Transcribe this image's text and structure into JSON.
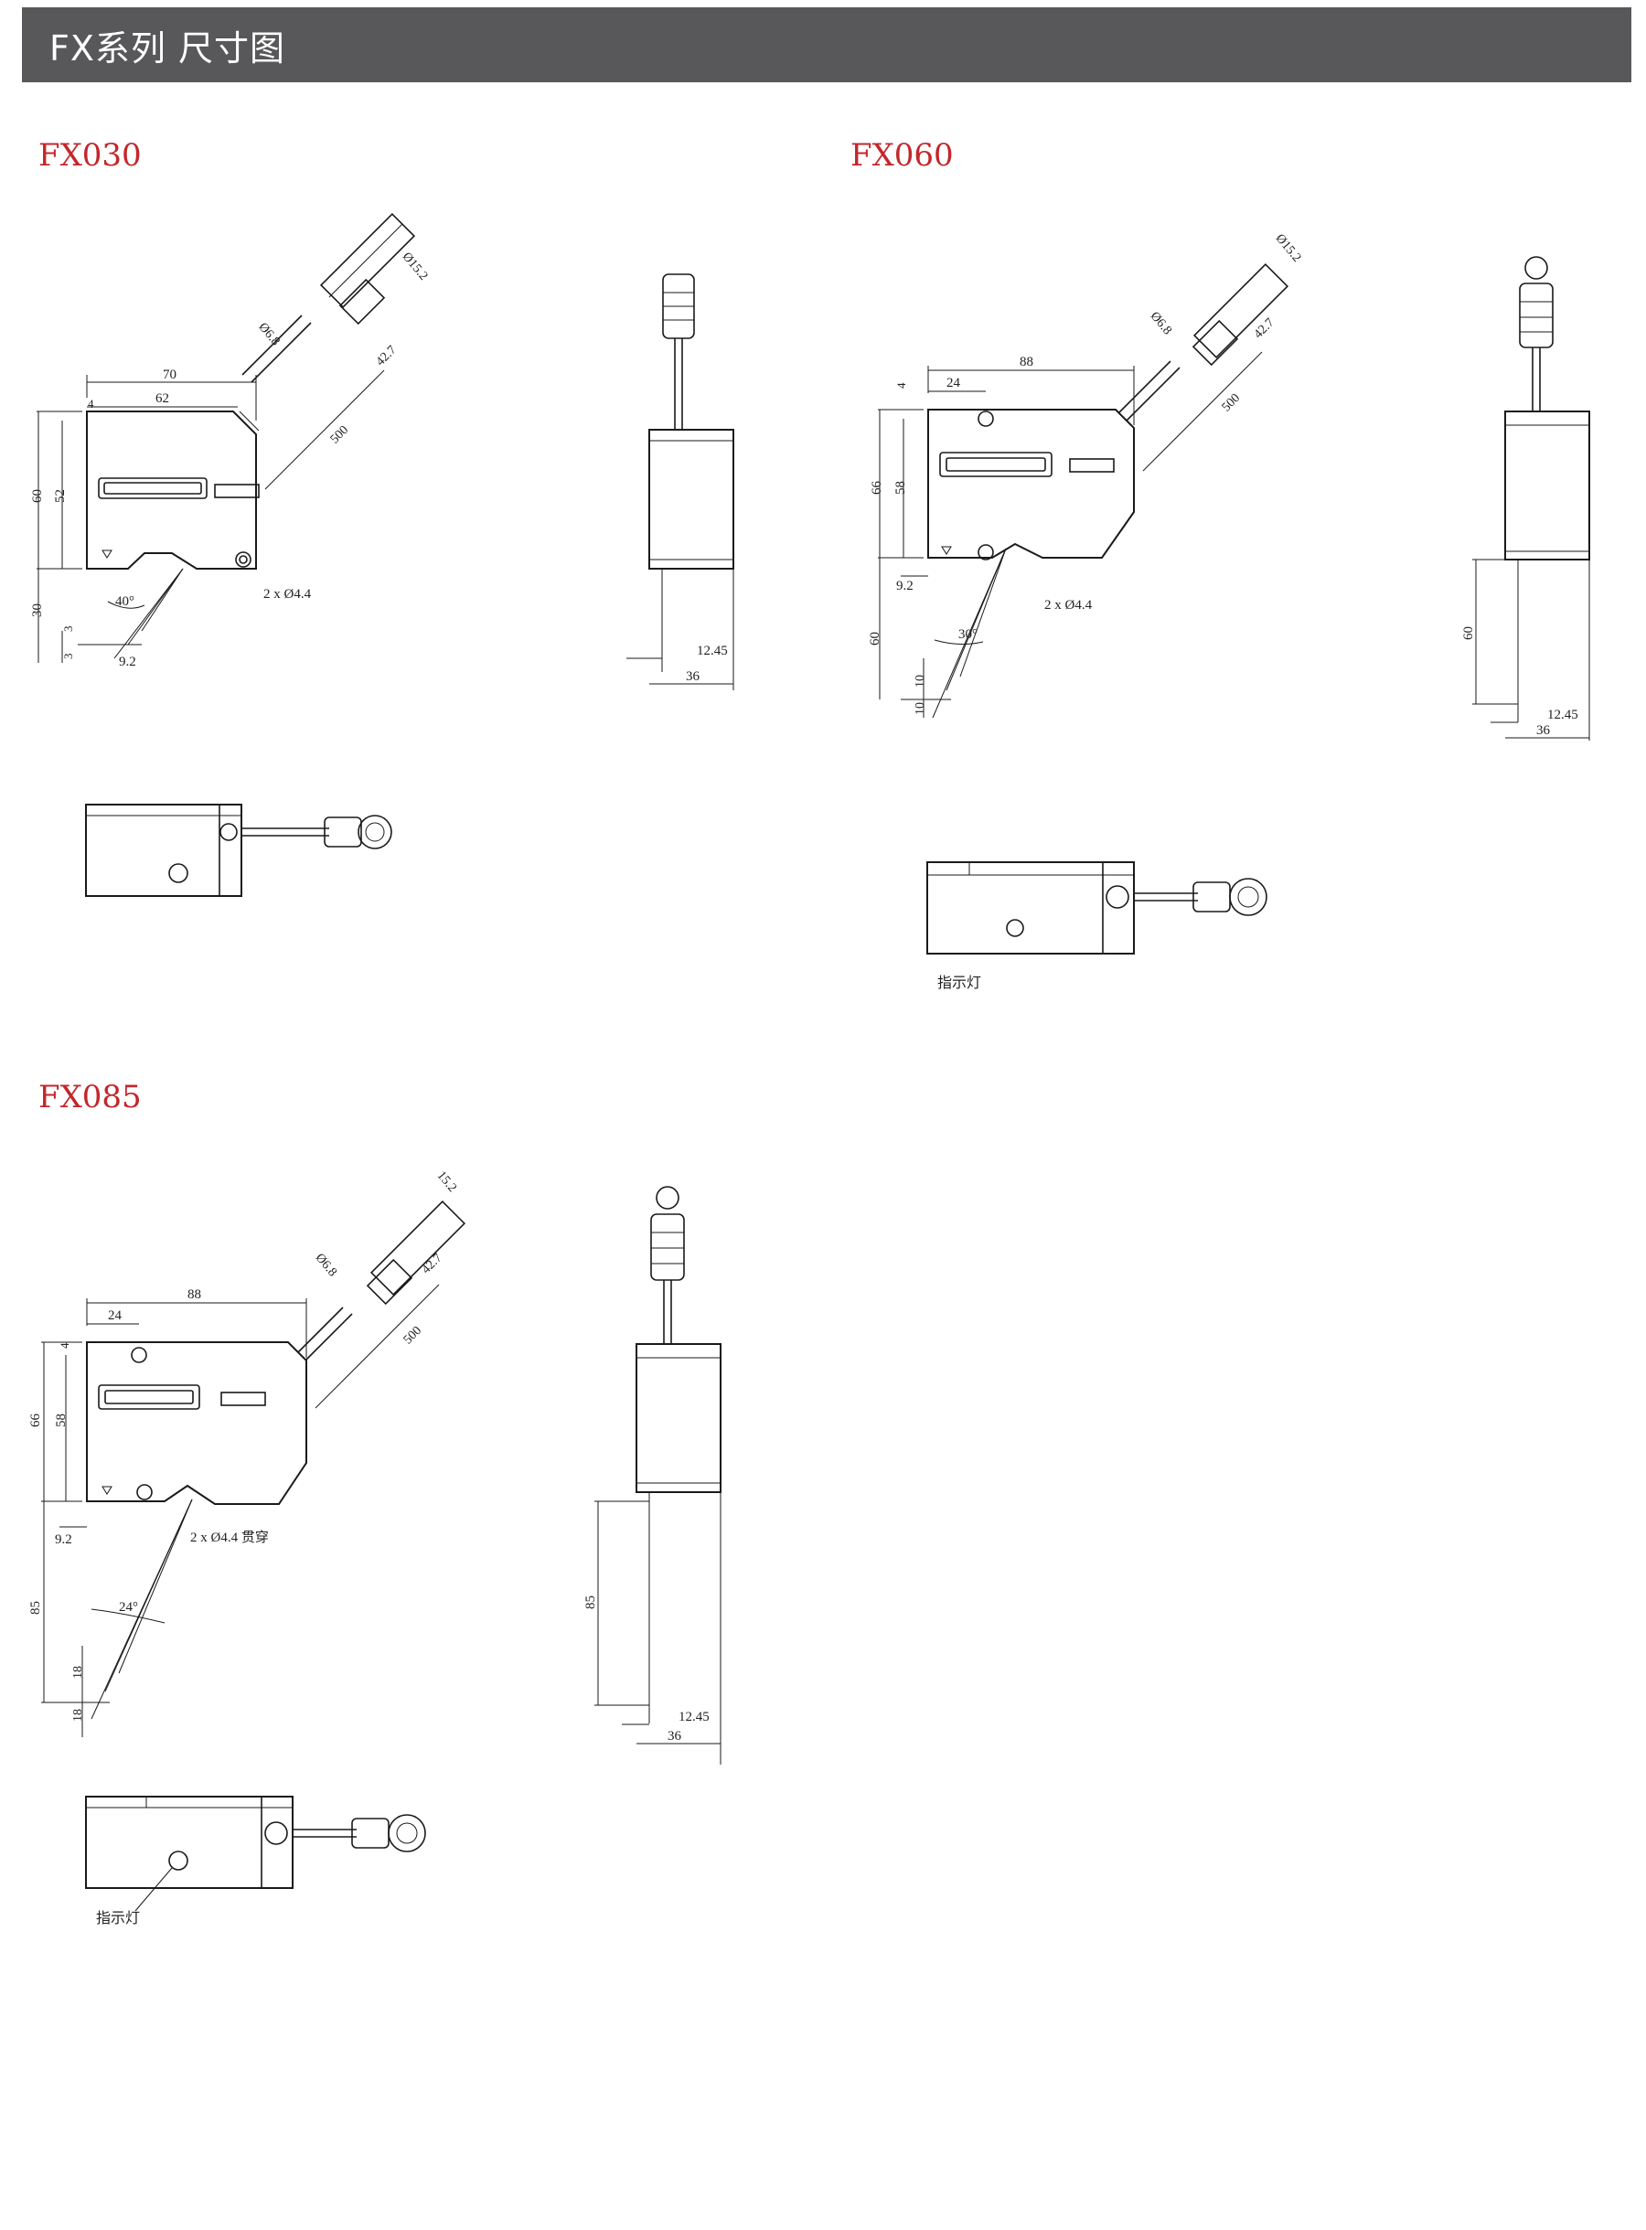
{
  "header": {
    "title": "FX系列 尺寸图"
  },
  "models": [
    {
      "name": "FX030",
      "dims": [
        "70",
        "62",
        "4",
        "60",
        "52",
        "30",
        "3",
        "3",
        "9.2",
        "40°",
        "2 x  Ø4.4",
        "Ø6.8",
        "Ø15.2",
        "42.7",
        "500"
      ],
      "side_dims": [
        "12.45",
        "36"
      ],
      "indicator_label": ""
    },
    {
      "name": "FX060",
      "dims": [
        "88",
        "24",
        "4",
        "66",
        "58",
        "9.2",
        "60",
        "10",
        "10",
        "30°",
        "2 x  Ø4.4",
        "Ø6.8",
        "Ø15.2",
        "42.7",
        "500"
      ],
      "side_dims": [
        "60",
        "12.45",
        "36"
      ],
      "indicator_label": "指示灯"
    },
    {
      "name": "FX085",
      "dims": [
        "88",
        "24",
        "4",
        "66",
        "58",
        "9.2",
        "85",
        "18",
        "18",
        "24°",
        "2 x  Ø4.4 贯穿",
        "Ø6.8",
        "15.2",
        "42.7",
        "500"
      ],
      "side_dims": [
        "85",
        "12.45",
        "36"
      ],
      "indicator_label": "指示灯"
    }
  ],
  "colors": {
    "header_bg": "#58585a",
    "model_label": "#c3272b",
    "line": "#1a1a1a"
  }
}
